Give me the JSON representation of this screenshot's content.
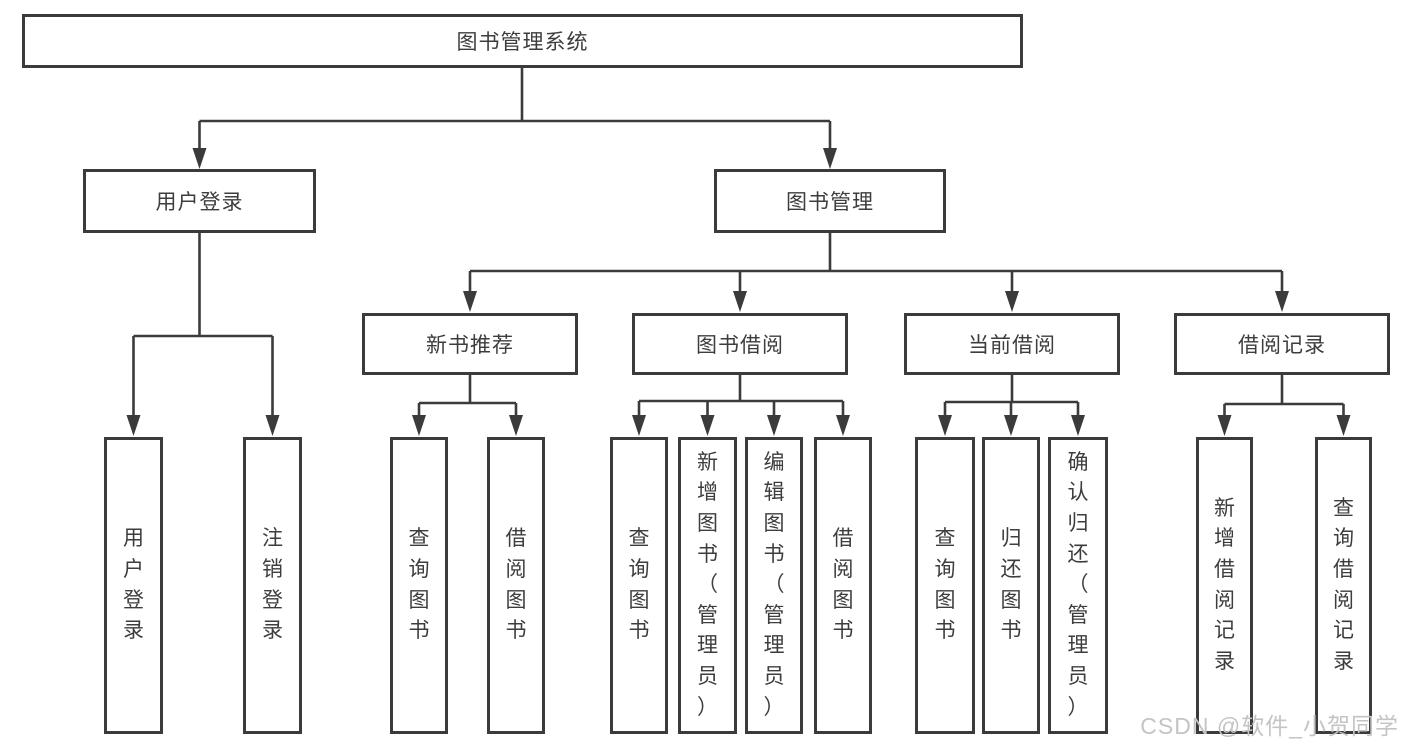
{
  "tree": {
    "label": "图书管理系统",
    "children": [
      {
        "label": "用户登录",
        "children": [
          {
            "label": "用户登录"
          },
          {
            "label": "注销登录"
          }
        ]
      },
      {
        "label": "图书管理",
        "children": [
          {
            "label": "新书推荐",
            "children": [
              {
                "label": "查询图书"
              },
              {
                "label": "借阅图书"
              }
            ]
          },
          {
            "label": "图书借阅",
            "children": [
              {
                "label": "查询图书"
              },
              {
                "label": "新增图书（管理员）"
              },
              {
                "label": "编辑图书（管理员）"
              },
              {
                "label": "借阅图书"
              }
            ]
          },
          {
            "label": "当前借阅",
            "children": [
              {
                "label": "查询图书"
              },
              {
                "label": "归还图书"
              },
              {
                "label": "确认归还（管理员）"
              }
            ]
          },
          {
            "label": "借阅记录",
            "children": [
              {
                "label": "新增借阅记录"
              },
              {
                "label": "查询借阅记录"
              }
            ]
          }
        ]
      }
    ]
  },
  "watermark": {
    "text": "CSDN @软件_小贺同学",
    "color": "#c4c4c4"
  },
  "colors": {
    "line": "#3b3b3b",
    "box_border": "#3b3b3b",
    "box_fill": "#ffffff",
    "text": "#3d3d3d",
    "background": "#ffffff"
  }
}
